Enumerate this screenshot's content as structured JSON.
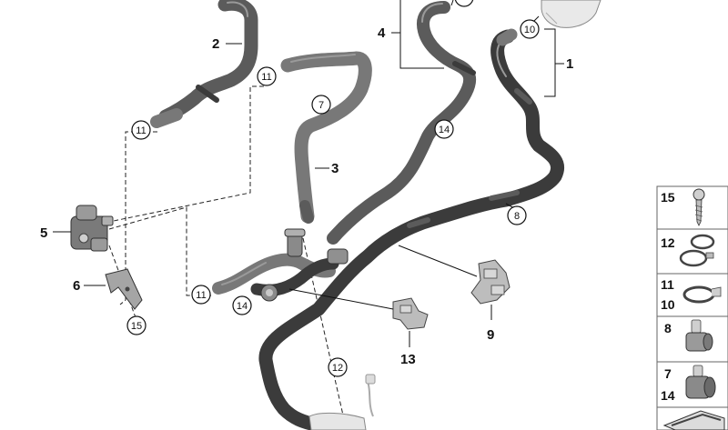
{
  "diagram": {
    "part_labels": {
      "p1": "1",
      "p2": "2",
      "p3": "3",
      "p4": "4",
      "p5": "5",
      "p6": "6",
      "p9": "9",
      "p13": "13"
    },
    "circled_labels": {
      "c7": "7",
      "c8": "8",
      "c10": "10",
      "c11a": "11",
      "c11b": "11",
      "c11c": "11",
      "c12": "12",
      "c14a": "14",
      "c14b": "14",
      "c15": "15"
    },
    "legend": {
      "row1": "15",
      "row2": "12",
      "row3a": "11",
      "row3b": "10",
      "row4": "8",
      "row5a": "7",
      "row5b": "14"
    }
  }
}
